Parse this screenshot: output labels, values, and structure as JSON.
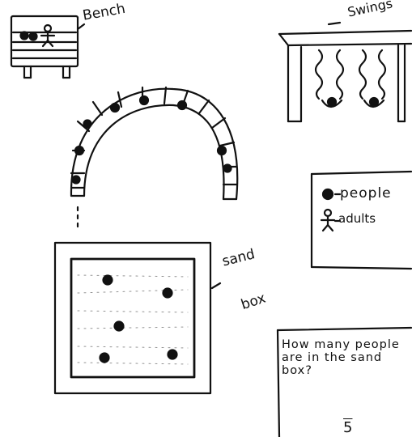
{
  "labels": {
    "bench": "Bench",
    "swings": "Swings",
    "sand_line1": "sand",
    "sand_line2": "box"
  },
  "legend": {
    "people": "people",
    "adults": "adults",
    "people_symbol": "filled-dot",
    "adults_symbol": "stick-figure"
  },
  "question": {
    "text": "How many people are in the sand box?",
    "answer": "5"
  },
  "counts": {
    "bench_people": 2,
    "bench_adults": 1,
    "swing_people": 2,
    "arch_people": 8,
    "sandbox_people": 5
  },
  "colors": {
    "ink": "#111111",
    "paper": "#ffffff"
  }
}
